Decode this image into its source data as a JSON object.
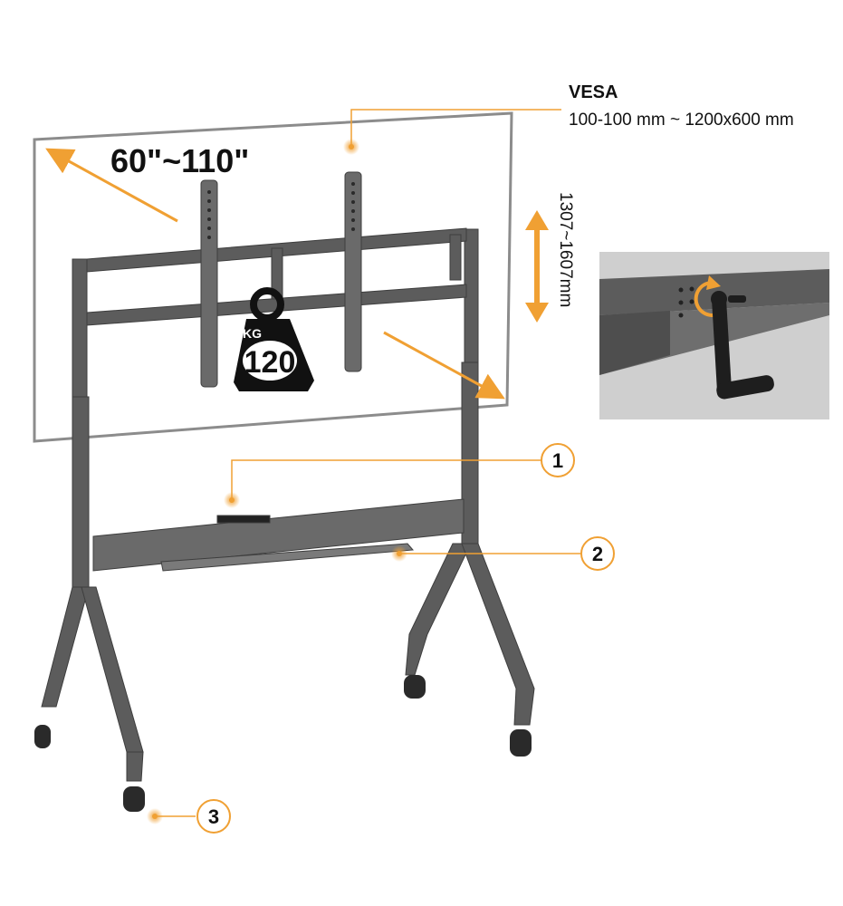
{
  "screen_size": "60\"~110\"",
  "vesa": {
    "title": "VESA",
    "spec": "100-100 mm ~ 1200x600 mm"
  },
  "height_range": "1307~1607mm",
  "weight": {
    "unit": "KG",
    "value": "120"
  },
  "callouts": [
    {
      "number": "1"
    },
    {
      "number": "2"
    },
    {
      "number": "3"
    }
  ],
  "colors": {
    "accent": "#F0A033",
    "frame": "#5C5C5C",
    "frame_light": "#7A7A7A",
    "outline": "#8C8C8C",
    "inset_bg": "#CFCFCF",
    "badge_bg": "#111111"
  }
}
